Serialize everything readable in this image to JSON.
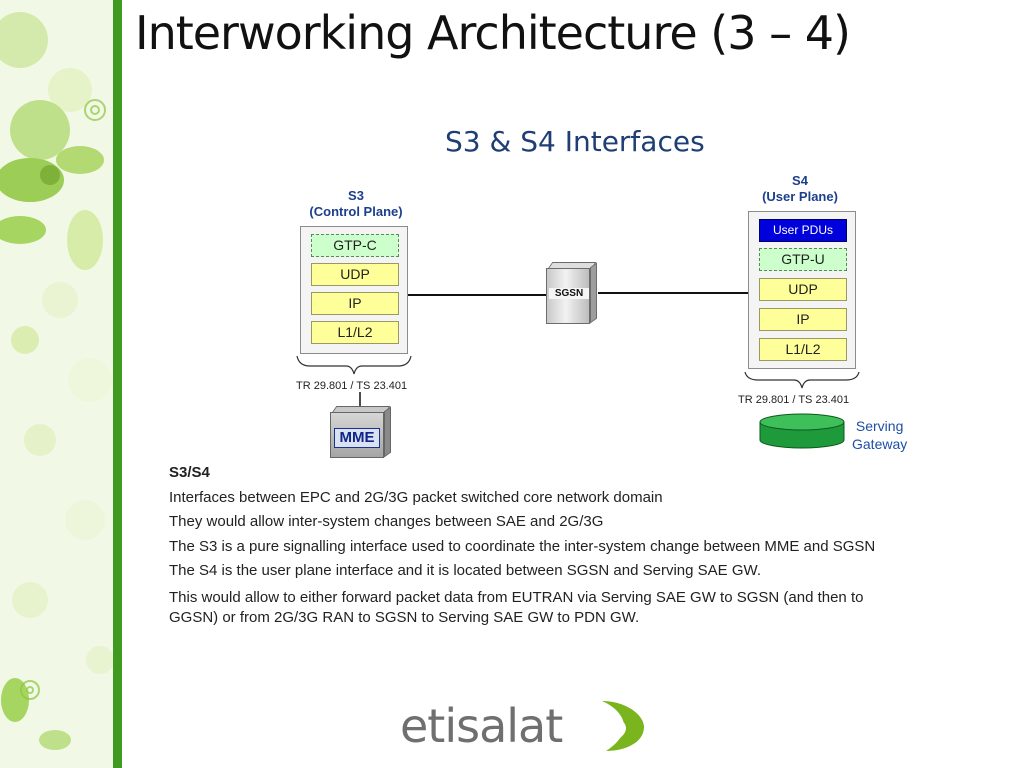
{
  "slide": {
    "title": "Interworking Architecture (3 – 4)"
  },
  "diagram": {
    "title": "S3 & S4 Interfaces",
    "s3": {
      "name": "S3",
      "plane": "(Control Plane)",
      "layers": [
        "GTP-C",
        "UDP",
        "IP",
        "L1/L2"
      ],
      "reference": "TR 29.801 / TS 23.401"
    },
    "s4": {
      "name": "S4",
      "plane": "(User Plane)",
      "layers": [
        "User PDUs",
        "GTP-U",
        "UDP",
        "IP",
        "L1/L2"
      ],
      "reference": "TR 29.801 / TS 23.401"
    },
    "nodes": {
      "sgsn": "SGSN",
      "mme": "MME",
      "serving_gateway_line1": "Serving",
      "serving_gateway_line2": "Gateway"
    }
  },
  "text": {
    "heading": "S3/S4",
    "lines": [
      "Interfaces between EPC and 2G/3G packet switched core network domain",
      "They would allow inter-system changes between SAE and 2G/3G",
      "The S3 is a pure signalling interface used to coordinate the inter-system change between MME and SGSN",
      "The S4 is the user plane interface and it is located between SGSN and Serving SAE GW.",
      "This would allow to either forward packet data from EUTRAN via Serving SAE GW to SGSN (and then to",
      "GGSN) or from 2G/3G RAN to SGSN to Serving SAE GW to PDN GW."
    ]
  },
  "logo": {
    "text": "etisalat"
  },
  "colors": {
    "accent_green": "#3f9a1f",
    "title_blue": "#1f3f74",
    "layer_yellow": "#ffff99",
    "gtp_green": "#ccffcc",
    "pdu_blue": "#0000dd",
    "gateway_green": "#1f9a3a"
  }
}
